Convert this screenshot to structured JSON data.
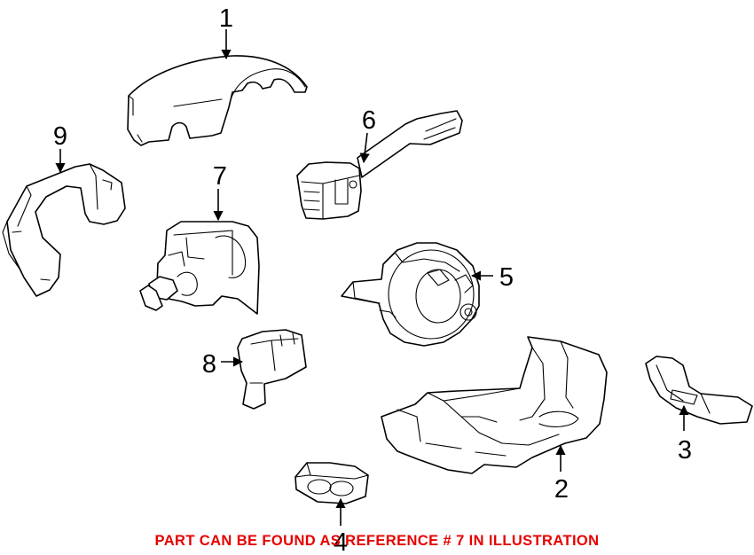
{
  "callouts": {
    "c1": "1",
    "c2": "2",
    "c3": "3",
    "c4": "4",
    "c5": "5",
    "c6": "6",
    "c7": "7",
    "c8": "8",
    "c9": "9"
  },
  "note": {
    "text": "PART CAN BE FOUND AS REFERENCE # 7 IN ILLUSTRATION",
    "color": "#e60000"
  }
}
